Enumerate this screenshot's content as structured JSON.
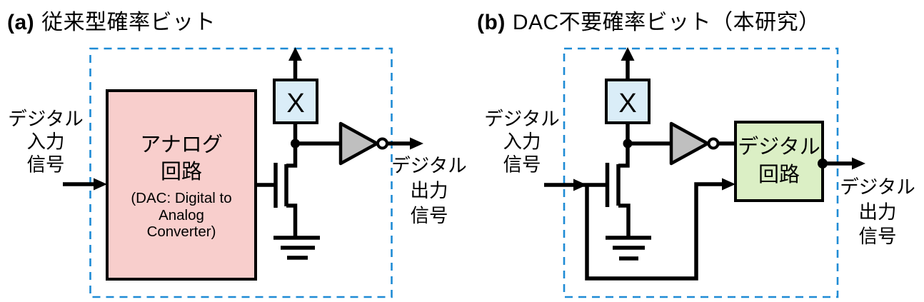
{
  "colors": {
    "boundary_blue": "#1e8bd5",
    "dac_box_fill": "#f8cecc",
    "noise_box_fill": "#daedf8",
    "digital_box_fill": "#dbefc5",
    "inverter_fill": "#bfbfbf",
    "wire_black": "#000000",
    "background": "#ffffff"
  },
  "panel_a": {
    "tag": "(a)",
    "title": "従来型確率ビット",
    "input_label_lines": [
      "デジタル",
      "入力",
      "信号"
    ],
    "output_label_lines": [
      "デジタル",
      "出力",
      "信号"
    ],
    "dac_box_lines": [
      "アナログ",
      "回路"
    ],
    "dac_box_sub_lines": [
      "(DAC: Digital to",
      "Analog",
      "Converter)"
    ],
    "noise_source_label": "X"
  },
  "panel_b": {
    "tag": "(b)",
    "title": "DAC不要確率ビット（本研究）",
    "input_label_lines": [
      "デジタル",
      "入力",
      "信号"
    ],
    "output_label_lines": [
      "デジタル",
      "出力",
      "信号"
    ],
    "digital_box_lines": [
      "デジタル",
      "回路"
    ],
    "noise_source_label": "X"
  }
}
